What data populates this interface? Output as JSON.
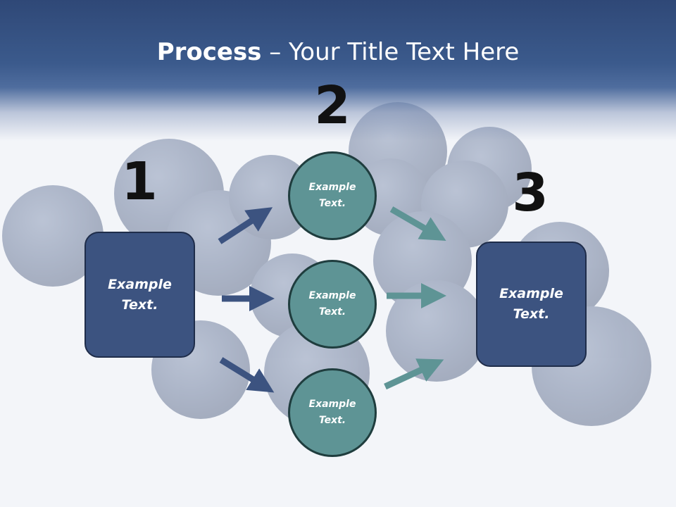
{
  "slide": {
    "title_bold": "Process",
    "title_rest": " – Your Title Text Here",
    "colors": {
      "header": "#3b5a8c",
      "box_fill": "#3c5380",
      "circle_fill": "#5e9495",
      "arrow_left": "#3c5380",
      "arrow_right": "#5e9495"
    }
  },
  "steps": {
    "one": "1",
    "two": "2",
    "three": "3"
  },
  "left_box": {
    "label": "Example\nText."
  },
  "circles": [
    {
      "label": "Example\nText."
    },
    {
      "label": "Example\nText."
    },
    {
      "label": "Example\nText."
    }
  ],
  "right_box": {
    "label": "Example\nText."
  }
}
